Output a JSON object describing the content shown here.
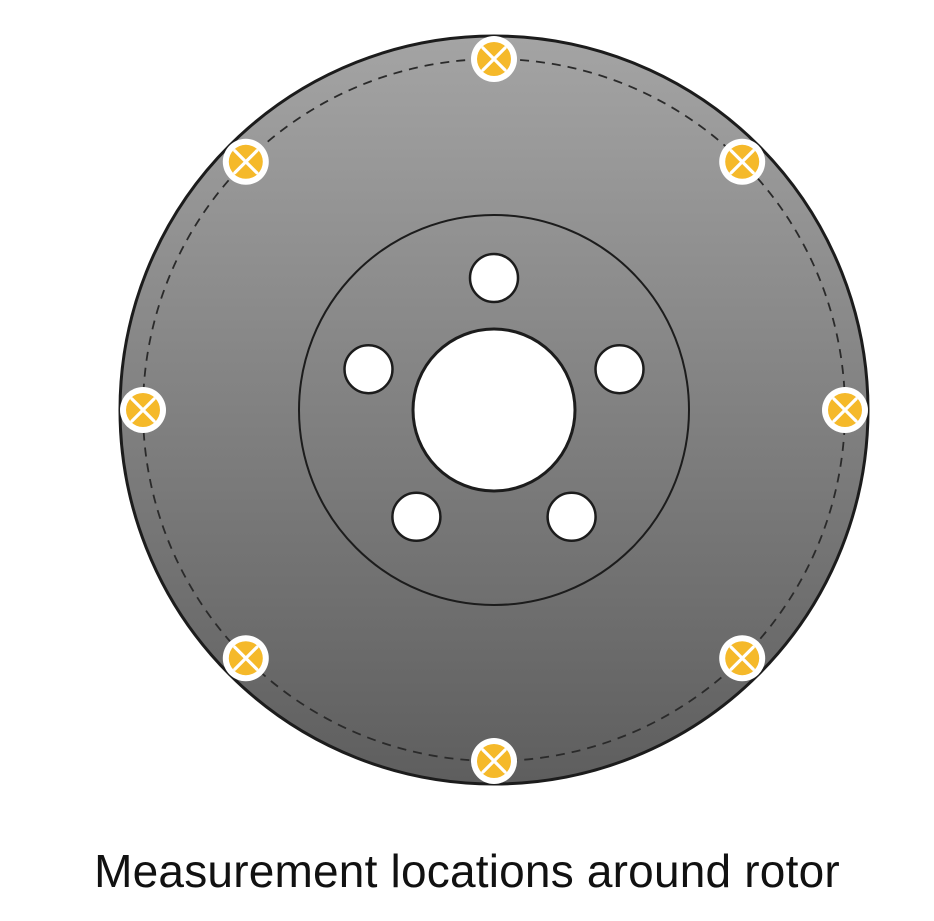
{
  "caption": "Measurement locations around rotor",
  "colors": {
    "rotor_fill_light": "#a4a4a4",
    "rotor_fill_dark": "#5e5e5e",
    "outline": "#1c1c1c",
    "marker_fill": "#f5b92a",
    "marker_ring": "#ffffff",
    "hole_fill": "#ffffff"
  },
  "marker_icon": "circle-x-marker-icon",
  "measurement_points": [
    {
      "id": "top",
      "angle_deg": 0
    },
    {
      "id": "top-right",
      "angle_deg": 45
    },
    {
      "id": "right",
      "angle_deg": 90
    },
    {
      "id": "bottom-right",
      "angle_deg": 135
    },
    {
      "id": "bottom",
      "angle_deg": 180
    },
    {
      "id": "bottom-left",
      "angle_deg": 225
    },
    {
      "id": "left",
      "angle_deg": 270
    },
    {
      "id": "top-left",
      "angle_deg": 315
    }
  ],
  "lug_holes": [
    {
      "id": "lug-top",
      "angle_deg": 0
    },
    {
      "id": "lug-right",
      "angle_deg": 72
    },
    {
      "id": "lug-bottom-right",
      "angle_deg": 144
    },
    {
      "id": "lug-bottom-left",
      "angle_deg": 216
    },
    {
      "id": "lug-left",
      "angle_deg": 288
    }
  ]
}
